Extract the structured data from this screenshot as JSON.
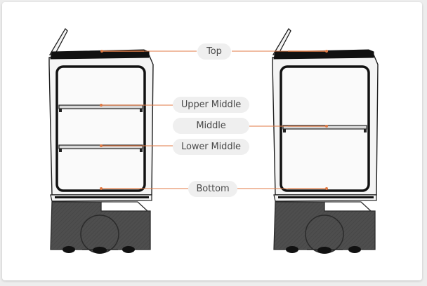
{
  "colors": {
    "accent": "#e07a45",
    "robot_body": "#f4f4f4",
    "robot_outline": "#1f1f1f",
    "base": "#4c4c4c",
    "pill_bg": "#efefef",
    "pill_text": "#4a4a4a"
  },
  "labels": {
    "top": "Top",
    "upper_middle": "Upper Middle",
    "middle": "Middle",
    "lower_middle": "Lower Middle",
    "bottom": "Bottom"
  }
}
